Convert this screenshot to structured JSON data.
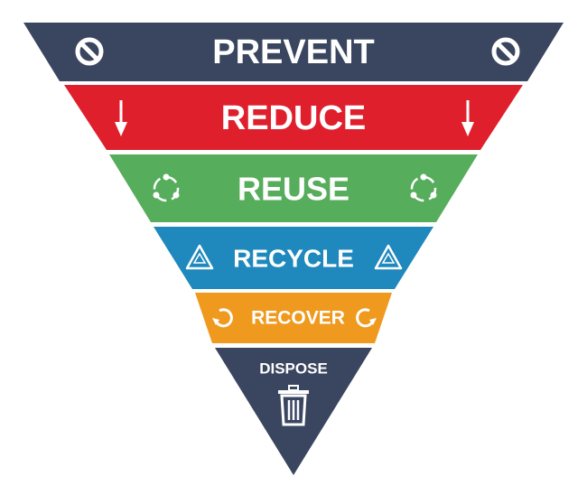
{
  "diagram": {
    "type": "inverted-pyramid",
    "tiers": [
      {
        "label": "PREVENT",
        "color": "#3a4660",
        "icon": "prohibited-icon"
      },
      {
        "label": "REDUCE",
        "color": "#e01f2d",
        "icon": "arrow-down-icon"
      },
      {
        "label": "REUSE",
        "color": "#56ad5b",
        "icon": "reuse-cycle-icon"
      },
      {
        "label": "RECYCLE",
        "color": "#1f88bd",
        "icon": "recycle-icon"
      },
      {
        "label": "RECOVER",
        "color": "#ef9a1e",
        "icon": "recover-arrow-icon"
      },
      {
        "label": "DISPOSE",
        "color": "#3a4660",
        "icon": "trash-can-icon"
      }
    ]
  }
}
